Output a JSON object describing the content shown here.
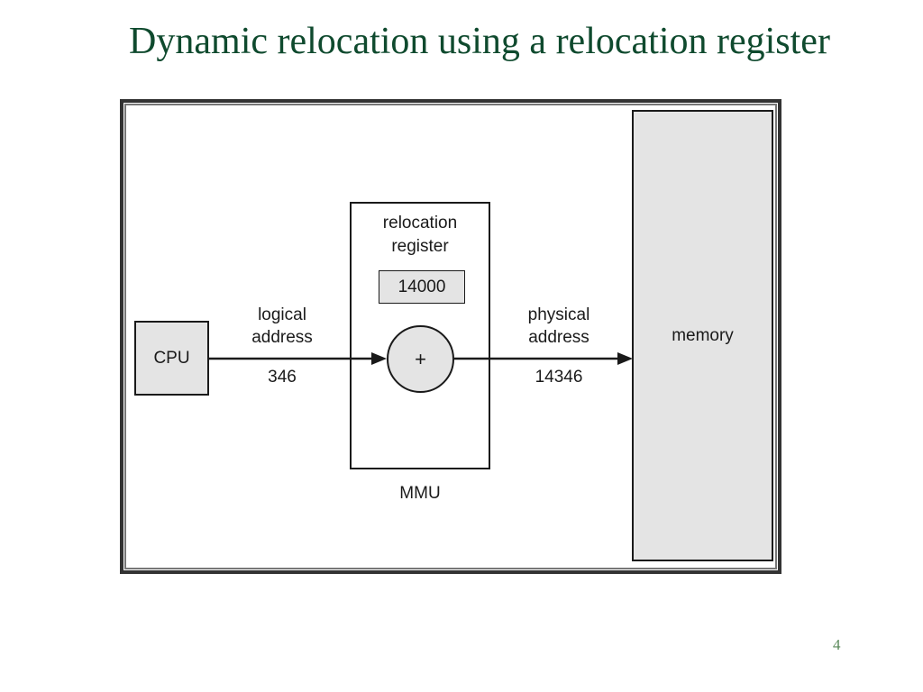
{
  "slide": {
    "title": "Dynamic relocation using a relocation register",
    "page_number": "4"
  },
  "diagram": {
    "cpu": {
      "label": "CPU"
    },
    "mmu": {
      "label": "MMU",
      "register_title_line1": "relocation",
      "register_title_line2": "register",
      "register_value": "14000",
      "adder_symbol": "+"
    },
    "memory": {
      "label": "memory"
    },
    "logical_address": {
      "line1": "logical",
      "line2": "address",
      "value": "346"
    },
    "physical_address": {
      "line1": "physical",
      "line2": "address",
      "value": "14346"
    },
    "colors": {
      "title": "#0f4a2e",
      "box_fill": "#e4e4e4",
      "stroke": "#1a1a1a",
      "frame": "#333333"
    }
  }
}
